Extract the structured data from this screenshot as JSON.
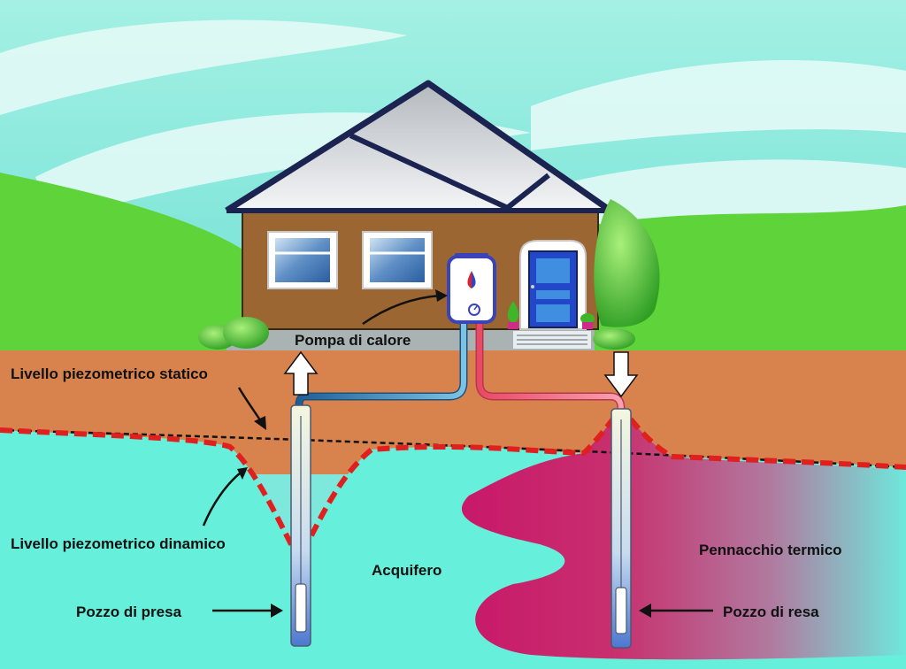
{
  "labels": {
    "heat_pump": "Pompa di calore",
    "static_level": "Livello piezometrico statico",
    "dynamic_level": "Livello piezometrico dinamico",
    "aquifer": "Acquifero",
    "extraction_well": "Pozzo di presa",
    "injection_well": "Pozzo di resa",
    "thermal_plume": "Pennacchio termico"
  },
  "colors": {
    "sky": "#8de8dc",
    "grass": "#5fd33a",
    "soil": "#d8834e",
    "aquifer": "#66f0dc",
    "plume": "#c0206a",
    "house_wall": "#9c6633",
    "roof_outline": "#1b2350",
    "dynamic_level_line": "#e0201e",
    "cold_pipe": "#3d8fc4",
    "hot_pipe": "#f07080",
    "door": "#2247c8"
  },
  "icons": {
    "heat_pump_symbol": "hot-cold-drop-icon",
    "flow_up": "arrow-up-icon",
    "flow_down": "arrow-down-icon"
  }
}
